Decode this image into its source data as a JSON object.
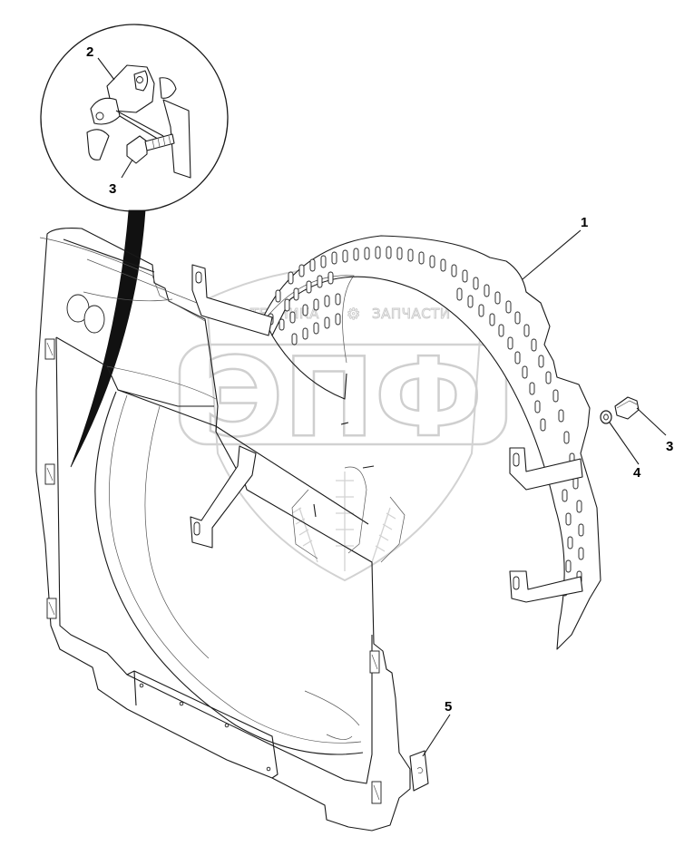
{
  "diagram": {
    "callouts": [
      {
        "id": "1",
        "text": "1"
      },
      {
        "id": "2",
        "text": "2"
      },
      {
        "id": "3a",
        "text": "3"
      },
      {
        "id": "3b",
        "text": "3"
      },
      {
        "id": "4",
        "text": "4"
      },
      {
        "id": "5",
        "text": "5"
      }
    ],
    "watermark": {
      "left_text": "ТЕХНИКА",
      "right_text": "ЗАПЧАСТИ",
      "logo_text": "ЭПФ",
      "gear_glyph": "⚙"
    },
    "colors": {
      "ink": "#1a1a1a",
      "watermark": "#c9c9c9",
      "background": "#ffffff"
    }
  }
}
